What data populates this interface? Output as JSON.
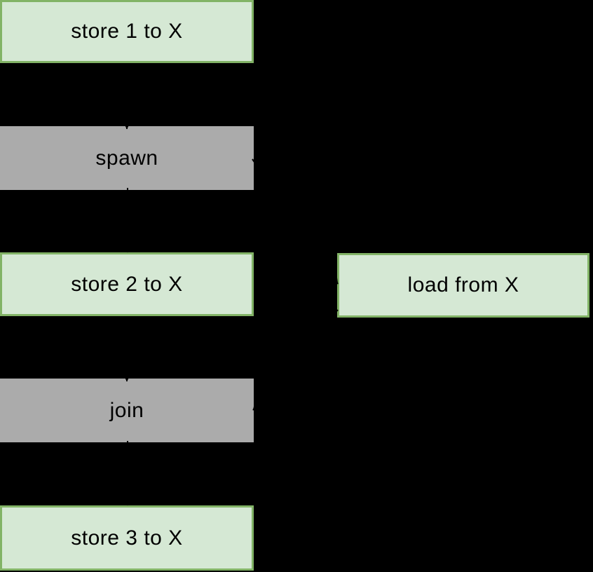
{
  "diagram": {
    "title": "thread spawn/join store-load ordering diagram",
    "colors": {
      "background": "#000000",
      "action_fill": "#d5e8d4",
      "action_stroke": "#82b366",
      "thread_op_fill": "#ababab",
      "text": "#000000"
    },
    "nodes": [
      {
        "id": "store1",
        "label": "store 1 to X",
        "type": "action"
      },
      {
        "id": "spawn",
        "label": "spawn",
        "type": "thread-op"
      },
      {
        "id": "store2",
        "label": "store 2 to X",
        "type": "action"
      },
      {
        "id": "load",
        "label": "load from X",
        "type": "action"
      },
      {
        "id": "join",
        "label": "join",
        "type": "thread-op"
      },
      {
        "id": "store3",
        "label": "store 3 to X",
        "type": "action"
      }
    ],
    "edges": [
      {
        "from": "store1",
        "to": "spawn"
      },
      {
        "from": "spawn",
        "to": "store2"
      },
      {
        "from": "spawn",
        "to": "load"
      },
      {
        "from": "store2",
        "to": "join"
      },
      {
        "from": "load",
        "to": "join"
      },
      {
        "from": "join",
        "to": "store3"
      }
    ]
  }
}
